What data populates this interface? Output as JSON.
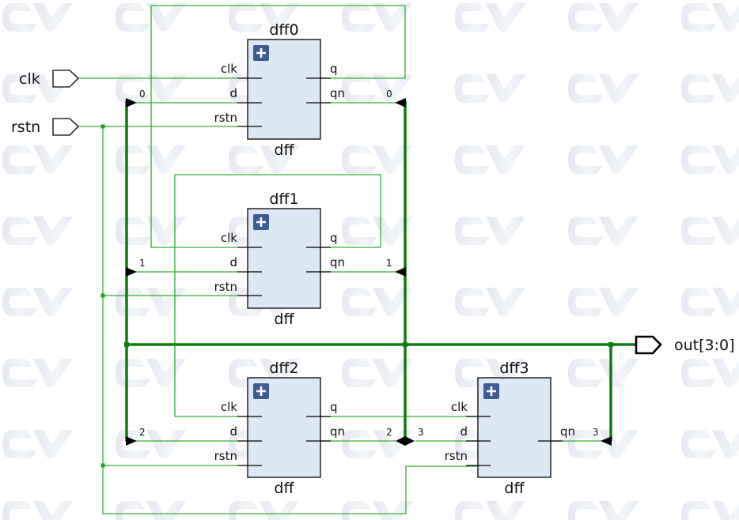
{
  "diagram": {
    "type": "rtl-schematic",
    "watermark_text": "CV",
    "colors": {
      "net": "#2db12d",
      "bus": "#0d7d0d",
      "cell_fill": "#dde8f6",
      "cell_border": "#000000",
      "expand_button": "#3e5c94",
      "watermark": "#e7ebf1"
    },
    "input_ports": [
      {
        "id": "clk",
        "label": "clk"
      },
      {
        "id": "rstn",
        "label": "rstn"
      }
    ],
    "output_ports": [
      {
        "id": "out",
        "label": "out[3:0]"
      }
    ],
    "cells": [
      {
        "id": "dff0",
        "instance": "dff0",
        "type": "dff",
        "inputs": [
          "clk",
          "d",
          "rstn"
        ],
        "outputs": [
          "q",
          "qn"
        ],
        "expand_icon": "plus-icon"
      },
      {
        "id": "dff1",
        "instance": "dff1",
        "type": "dff",
        "inputs": [
          "clk",
          "d",
          "rstn"
        ],
        "outputs": [
          "q",
          "qn"
        ],
        "expand_icon": "plus-icon"
      },
      {
        "id": "dff2",
        "instance": "dff2",
        "type": "dff",
        "inputs": [
          "clk",
          "d",
          "rstn"
        ],
        "outputs": [
          "q",
          "qn"
        ],
        "expand_icon": "plus-icon"
      },
      {
        "id": "dff3",
        "instance": "dff3",
        "type": "dff",
        "inputs": [
          "clk",
          "d",
          "rstn"
        ],
        "outputs": [
          "qn"
        ],
        "expand_icon": "plus-icon"
      }
    ],
    "bus_indices": {
      "dff0_d": "0",
      "dff0_qn": "0",
      "dff1_d": "1",
      "dff1_qn": "1",
      "dff2_d": "2",
      "dff2_qn": "2",
      "dff3_d": "3",
      "dff3_qn": "3"
    },
    "connections": [
      "clk -> dff0.clk",
      "dff0.q -> dff1.clk",
      "dff1.q -> dff2.clk",
      "dff2.q -> dff3.clk",
      "rstn -> dff0.rstn, dff1.rstn, dff2.rstn, dff3.rstn",
      "dff0.qn -> out[0] -> dff0.d",
      "dff1.qn -> out[1] -> dff1.d",
      "dff2.qn -> out[2] -> dff2.d",
      "dff3.qn -> out[3] -> dff3.d"
    ]
  }
}
